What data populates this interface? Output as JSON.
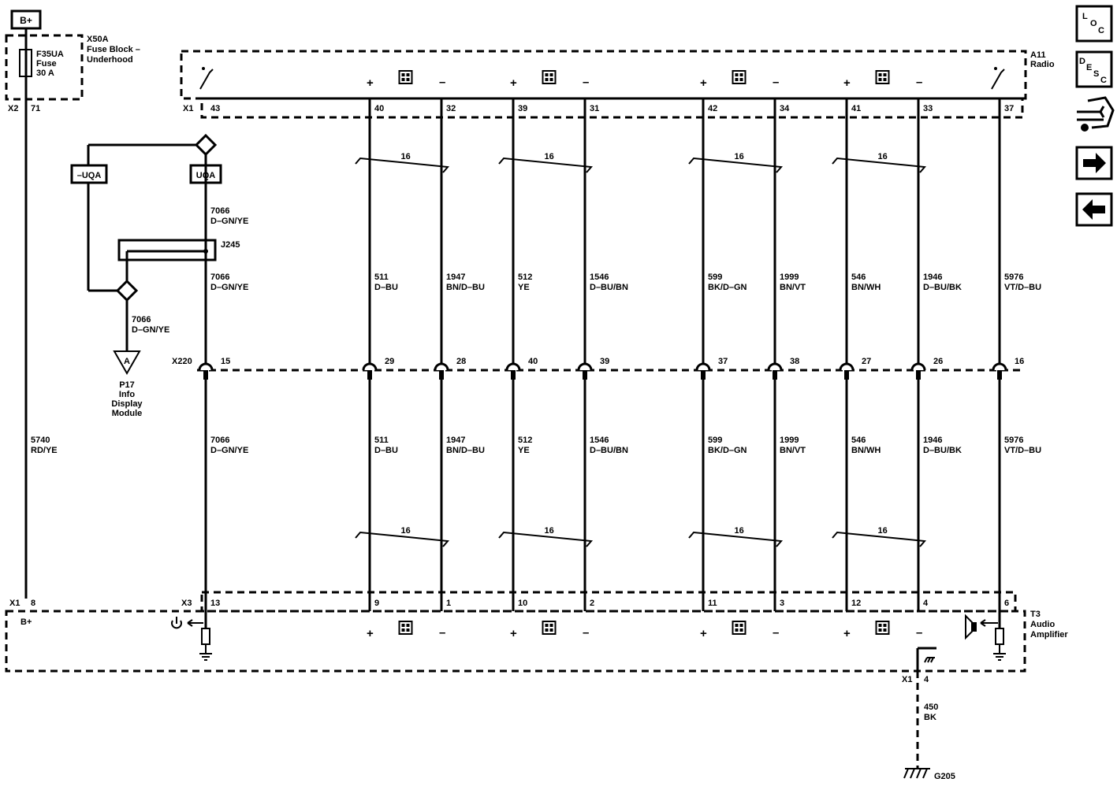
{
  "power": {
    "label": "B+"
  },
  "fuse_block": {
    "connector": "X50A",
    "name_line1": "Fuse Block –",
    "name_line2": "Underhood",
    "fuse_line1": "F35UA",
    "fuse_line2": "Fuse",
    "fuse_line3": "30 A",
    "pin_connector": "X2",
    "pin": "71"
  },
  "radio": {
    "ref": "A11",
    "name": "Radio",
    "connector": "X1"
  },
  "amplifier": {
    "ref": "T3",
    "name_line1": "Audio",
    "name_line2": "Amplifier",
    "connector": "X3",
    "bplus": "B+"
  },
  "inline_connector": "X220",
  "splice": "J245",
  "options": {
    "with": "UQA",
    "without": "–UQA"
  },
  "display_module": {
    "ref": "P17",
    "line1": "Info",
    "line2": "Display",
    "line3": "Module",
    "marker": "A"
  },
  "branch_wire": {
    "circuit": "7066",
    "color": "D–GN/YE"
  },
  "supply_wire": {
    "circuit": "5740",
    "color": "RD/YE",
    "x1_connector": "X1",
    "x1_pin": "8"
  },
  "ground": {
    "connector": "X1",
    "pin": "4",
    "circuit": "450",
    "color": "BK",
    "label": "G205"
  },
  "signs": {
    "plus": "+",
    "minus": "–"
  },
  "twist_label": "16",
  "wires": [
    {
      "top_pin": "43",
      "circuit": "7066",
      "color": "D–GN/YE",
      "x220_pin": "15",
      "bottom_pin": "13"
    },
    {
      "top_pin": "40",
      "circuit": "511",
      "color": "D–BU",
      "x220_pin": "29",
      "bottom_pin": "9"
    },
    {
      "top_pin": "32",
      "circuit": "1947",
      "color": "BN/D–BU",
      "x220_pin": "28",
      "bottom_pin": "1"
    },
    {
      "top_pin": "39",
      "circuit": "512",
      "color": "YE",
      "x220_pin": "40",
      "bottom_pin": "10"
    },
    {
      "top_pin": "31",
      "circuit": "1546",
      "color": "D–BU/BN",
      "x220_pin": "39",
      "bottom_pin": "2"
    },
    {
      "top_pin": "42",
      "circuit": "599",
      "color": "BK/D–GN",
      "x220_pin": "37",
      "bottom_pin": "11"
    },
    {
      "top_pin": "34",
      "circuit": "1999",
      "color": "BN/VT",
      "x220_pin": "38",
      "bottom_pin": "3"
    },
    {
      "top_pin": "41",
      "circuit": "546",
      "color": "BN/WH",
      "x220_pin": "27",
      "bottom_pin": "12"
    },
    {
      "top_pin": "33",
      "circuit": "1946",
      "color": "D–BU/BK",
      "x220_pin": "26",
      "bottom_pin": "4"
    },
    {
      "top_pin": "37",
      "circuit": "5976",
      "color": "VT/D–BU",
      "x220_pin": "16",
      "bottom_pin": "6"
    }
  ],
  "nav": {
    "loc": [
      "L",
      "O",
      "C"
    ],
    "desc": [
      "D",
      "E",
      "S",
      "C"
    ],
    "buttons": [
      "loc-button",
      "desc-button",
      "connector-view-button",
      "next-page-button",
      "previous-page-button"
    ]
  }
}
